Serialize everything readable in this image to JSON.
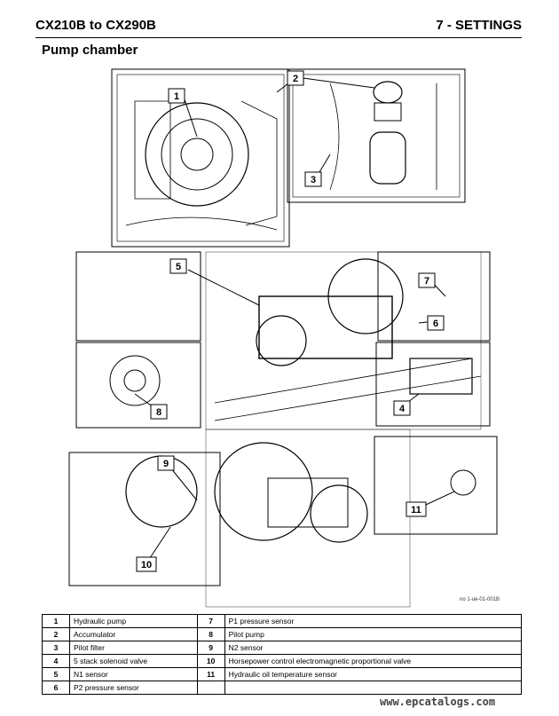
{
  "header": {
    "model_range": "CX210B to CX290B",
    "chapter": "7 - SETTINGS"
  },
  "section_title": "Pump chamber",
  "figure": {
    "callouts": [
      "1",
      "2",
      "3",
      "5",
      "7",
      "6",
      "8",
      "4",
      "9",
      "11",
      "10"
    ],
    "code": "no 1-ue-01-001B"
  },
  "legend": [
    {
      "n1": "1",
      "t1": "Hydraulic pump",
      "n2": "7",
      "t2": "P1 pressure sensor"
    },
    {
      "n1": "2",
      "t1": "Accumulator",
      "n2": "8",
      "t2": "Pilot pump"
    },
    {
      "n1": "3",
      "t1": "Pilot filter",
      "n2": "9",
      "t2": "N2 sensor"
    },
    {
      "n1": "4",
      "t1": "5 stack solenoid valve",
      "n2": "10",
      "t2": "Horsepower control electromagnetic proportional valve"
    },
    {
      "n1": "5",
      "t1": "N1 sensor",
      "n2": "11",
      "t2": "Hydraulic oil temperature sensor"
    },
    {
      "n1": "6",
      "t1": "P2 pressure sensor",
      "n2": "",
      "t2": ""
    }
  ],
  "watermark": "www.epcatalogs.com"
}
